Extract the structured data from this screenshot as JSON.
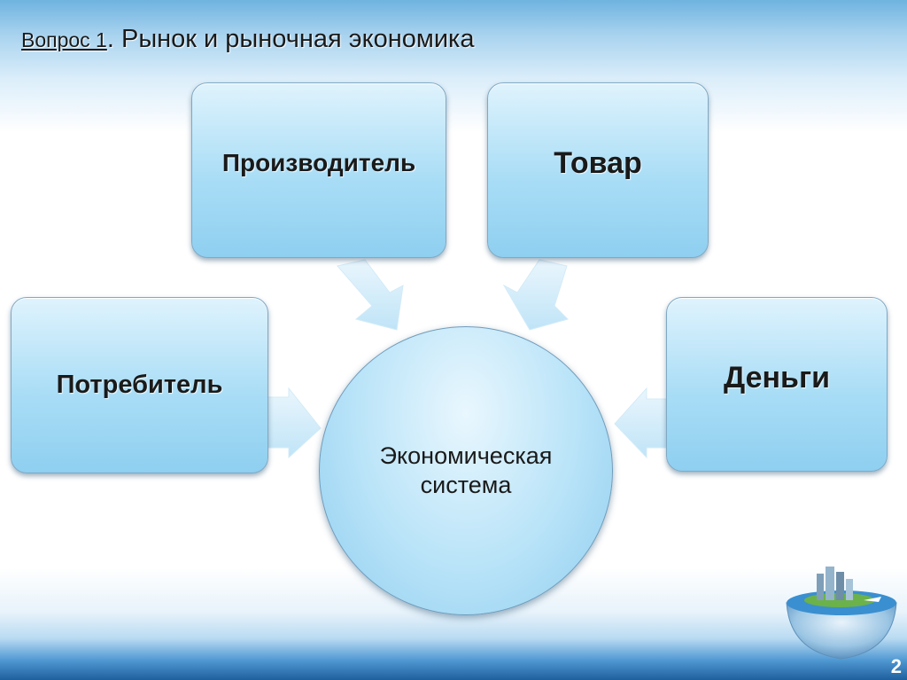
{
  "slide": {
    "title_question": "Вопрос 1",
    "title_text": ". Рынок и рыночная экономика",
    "page_number": "2"
  },
  "diagram": {
    "center": {
      "line1": "Экономическая",
      "line2": "система"
    },
    "nodes": {
      "producer": "Производитель",
      "goods": "Товар",
      "consumer": "Потребитель",
      "money": "Деньги"
    }
  },
  "colors": {
    "box_fill_light": "#dff3fd",
    "box_fill_dark": "#8fcff0",
    "arrow_fill": "#c6e7f8"
  }
}
